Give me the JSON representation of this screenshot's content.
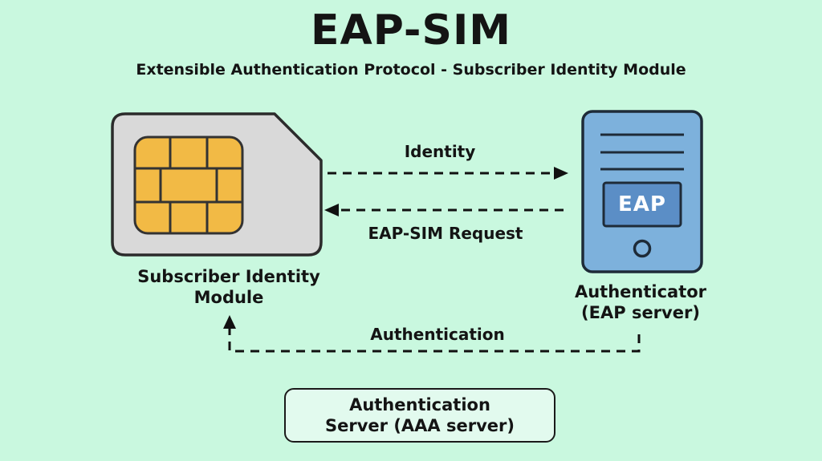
{
  "title": "EAP-SIM",
  "subtitle": "Extensible Authentication Protocol - Subscriber Identity Module",
  "sim": {
    "label_line1": "Subscriber Identity",
    "label_line2": "Module"
  },
  "server": {
    "badge": "EAP",
    "label_line1": "Authenticator",
    "label_line2": "(EAP server)"
  },
  "aaa_box": {
    "label_line1": "Authentication",
    "label_line2": "Server (AAA server)"
  },
  "arrows": {
    "identity": "Identity",
    "eap_sim_request": "EAP-SIM Request",
    "authentication": "Authentication"
  },
  "icons": {
    "sim_card": "sim-card-shape with clipped corner",
    "sim_chip": "gold-contact-chip",
    "server": "server-tower",
    "power_indicator": "circle-outline"
  },
  "colors": {
    "background": "#c9f8df",
    "text": "#141414",
    "sim_body": "#d9d9d9",
    "sim_chip": "#f2ba45",
    "server_fill": "#7db1dc",
    "eap_badge_fill": "#5b8ec6",
    "outline": "#1e2b38",
    "arrow": "#111111"
  }
}
